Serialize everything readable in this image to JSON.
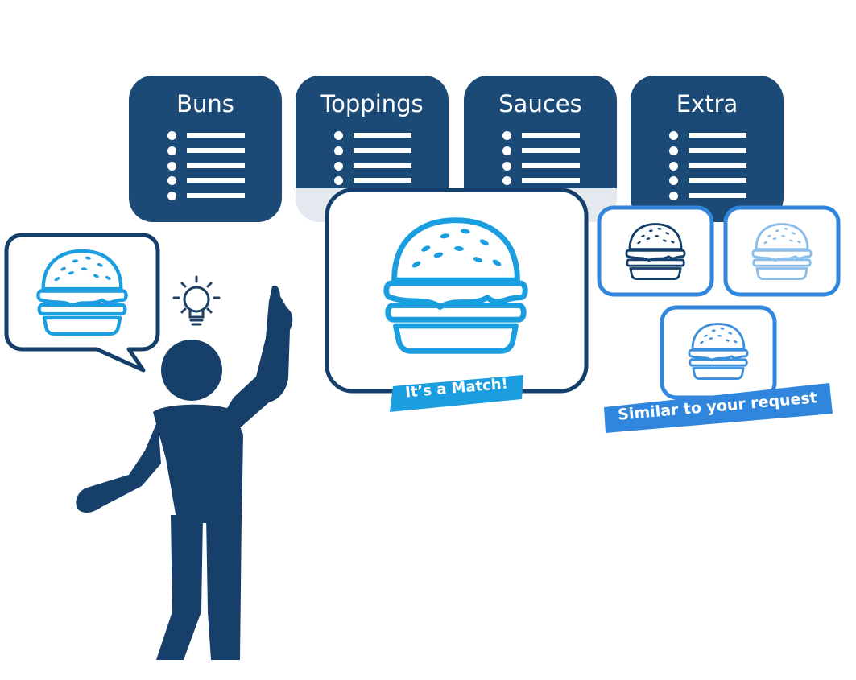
{
  "categories": [
    {
      "label": "Buns"
    },
    {
      "label": "Toppings"
    },
    {
      "label": "Sauces"
    },
    {
      "label": "Extra"
    }
  ],
  "match_label": "It’s a Match!",
  "similar_label": "Similar to your request",
  "colors": {
    "card": "#1c4a77",
    "person": "#163f69",
    "match_blue": "#1b9ee0",
    "similar_blue": "#2f86dc",
    "frame_dark": "#153f6b"
  },
  "icons": [
    "burger-icon",
    "lightbulb-icon",
    "person-icon",
    "speech-bubble-icon"
  ]
}
